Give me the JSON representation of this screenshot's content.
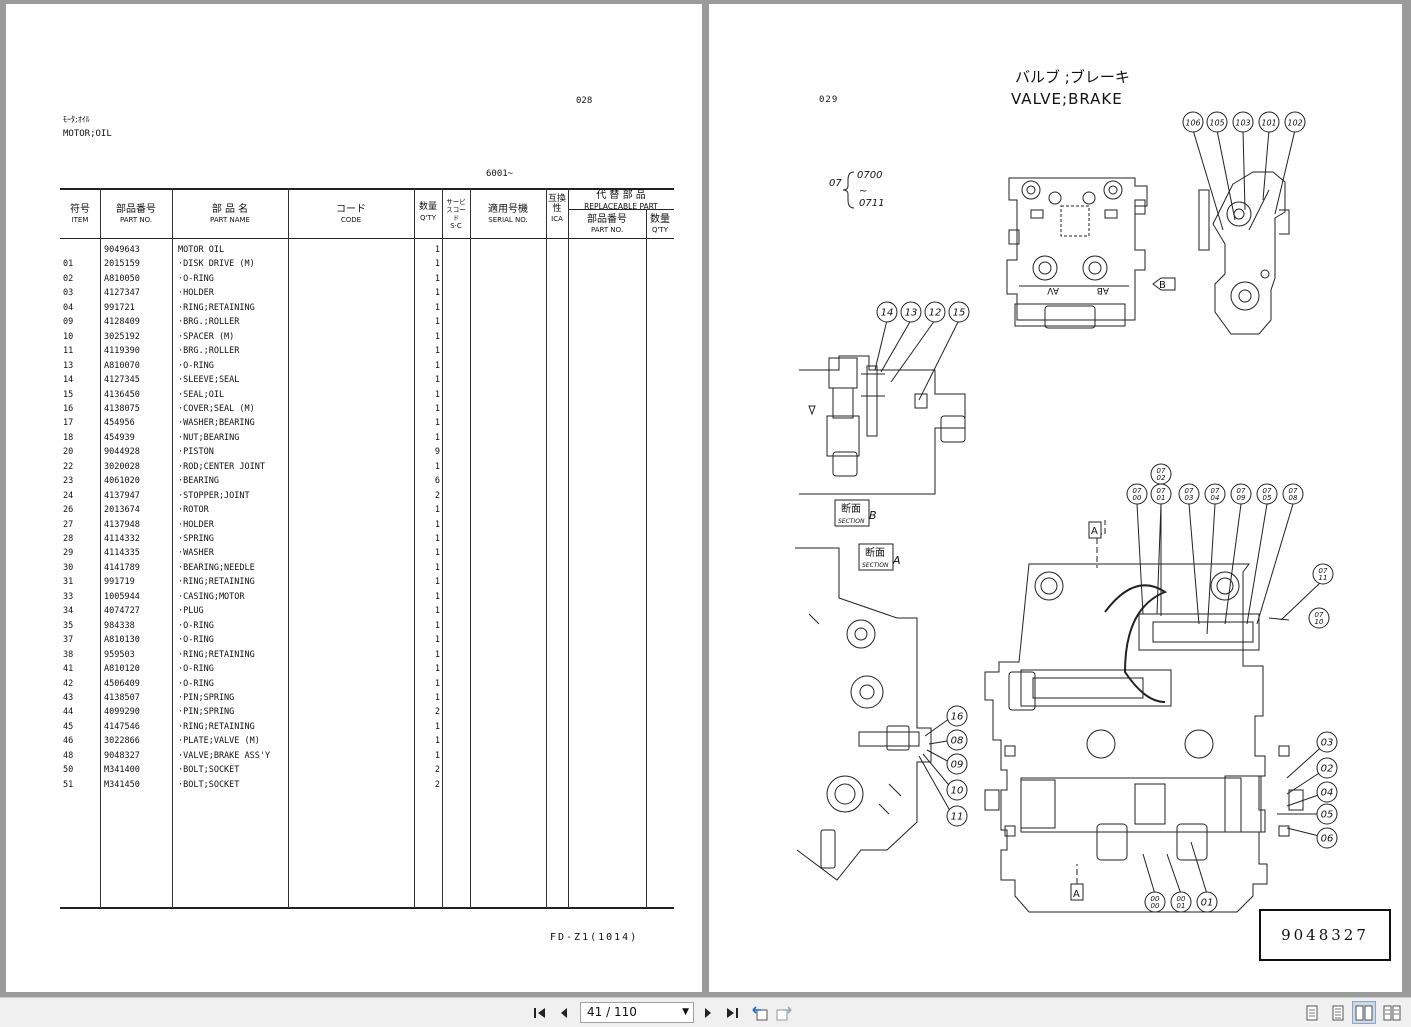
{
  "left_page": {
    "page_number": "028",
    "title_jp": "ﾓｰﾀ;ｵｲﾙ",
    "title_en": "MOTOR;OIL",
    "serial_range": "6001~",
    "footer": "FD-Z1(1014)",
    "headers": {
      "item_jp": "符号",
      "item_en": "ITEM",
      "part_no_jp": "部品番号",
      "part_no_en": "PART NO.",
      "part_name_jp": "部 品 名",
      "part_name_en": "PART NAME",
      "code_jp": "コード",
      "code_en": "CODE",
      "qty_jp": "数量",
      "qty_en": "Q'TY",
      "sc_jp": "サービスコード",
      "sc_en": "S·C",
      "serial_jp": "適用号機",
      "serial_en": "SERIAL NO.",
      "ica_jp": "互換性",
      "ica_en": "ICA",
      "replaceable_jp": "代 替 部 品",
      "replaceable_en": "REPLACEABLE PART",
      "rep_part_jp": "部品番号",
      "rep_part_en": "PART NO.",
      "rep_qty_jp": "数量",
      "rep_qty_en": "Q'TY"
    },
    "rows": [
      {
        "item": "",
        "part": "9049643",
        "name": "MOTOR OIL",
        "qty": "1"
      },
      {
        "item": "01",
        "part": "2015159",
        "name": "·DISK DRIVE (M)",
        "qty": "1"
      },
      {
        "item": "02",
        "part": "A810050",
        "name": "·O-RING",
        "qty": "1"
      },
      {
        "item": "03",
        "part": "4127347",
        "name": "·HOLDER",
        "qty": "1"
      },
      {
        "item": "04",
        "part": "991721",
        "name": "·RING;RETAINING",
        "qty": "1"
      },
      {
        "item": "09",
        "part": "4128409",
        "name": "·BRG.;ROLLER",
        "qty": "1"
      },
      {
        "item": "10",
        "part": "3025192",
        "name": "·SPACER (M)",
        "qty": "1"
      },
      {
        "item": "11",
        "part": "4119390",
        "name": "·BRG.;ROLLER",
        "qty": "1"
      },
      {
        "item": "13",
        "part": "A810070",
        "name": "·O-RING",
        "qty": "1"
      },
      {
        "item": "14",
        "part": "4127345",
        "name": "·SLEEVE;SEAL",
        "qty": "1"
      },
      {
        "item": "15",
        "part": "4136450",
        "name": "·SEAL;OIL",
        "qty": "1"
      },
      {
        "item": "16",
        "part": "4138075",
        "name": "·COVER;SEAL (M)",
        "qty": "1"
      },
      {
        "item": "17",
        "part": "454956",
        "name": "·WASHER;BEARING",
        "qty": "1"
      },
      {
        "item": "18",
        "part": "454939",
        "name": "·NUT;BEARING",
        "qty": "1"
      },
      {
        "item": "20",
        "part": "9044928",
        "name": "·PISTON",
        "qty": "9"
      },
      {
        "item": "22",
        "part": "3020028",
        "name": "·ROD;CENTER JOINT",
        "qty": "1"
      },
      {
        "item": "23",
        "part": "4061020",
        "name": "·BEARING",
        "qty": "6"
      },
      {
        "item": "24",
        "part": "4137947",
        "name": "·STOPPER;JOINT",
        "qty": "2"
      },
      {
        "item": "26",
        "part": "2013674",
        "name": "·ROTOR",
        "qty": "1"
      },
      {
        "item": "27",
        "part": "4137948",
        "name": "·HOLDER",
        "qty": "1"
      },
      {
        "item": "28",
        "part": "4114332",
        "name": "·SPRING",
        "qty": "1"
      },
      {
        "item": "29",
        "part": "4114335",
        "name": "·WASHER",
        "qty": "1"
      },
      {
        "item": "30",
        "part": "4141789",
        "name": "·BEARING;NEEDLE",
        "qty": "1"
      },
      {
        "item": "31",
        "part": "991719",
        "name": "·RING;RETAINING",
        "qty": "1"
      },
      {
        "item": "33",
        "part": "1005944",
        "name": "·CASING;MOTOR",
        "qty": "1"
      },
      {
        "item": "34",
        "part": "4074727",
        "name": "·PLUG",
        "qty": "1"
      },
      {
        "item": "35",
        "part": "984338",
        "name": "·O-RING",
        "qty": "1"
      },
      {
        "item": "37",
        "part": "A810130",
        "name": "·O-RING",
        "qty": "1"
      },
      {
        "item": "38",
        "part": "959503",
        "name": "·RING;RETAINING",
        "qty": "1"
      },
      {
        "item": "41",
        "part": "A810120",
        "name": "·O-RING",
        "qty": "1"
      },
      {
        "item": "42",
        "part": "4506409",
        "name": "·O-RING",
        "qty": "1"
      },
      {
        "item": "43",
        "part": "4138507",
        "name": "·PIN;SPRING",
        "qty": "1"
      },
      {
        "item": "44",
        "part": "4099290",
        "name": "·PIN;SPRING",
        "qty": "2"
      },
      {
        "item": "45",
        "part": "4147546",
        "name": "·RING;RETAINING",
        "qty": "1"
      },
      {
        "item": "46",
        "part": "3022866",
        "name": "·PLATE;VALVE (M)",
        "qty": "1"
      },
      {
        "item": "48",
        "part": "9048327",
        "name": "·VALVE;BRAKE ASS'Y",
        "qty": "1"
      },
      {
        "item": "50",
        "part": "M341400",
        "name": "·BOLT;SOCKET",
        "qty": "2"
      },
      {
        "item": "51",
        "part": "M341450",
        "name": "·BOLT;SOCKET",
        "qty": "2"
      }
    ]
  },
  "right_page": {
    "page_number": "029",
    "title_jp": "バルブ ;ブレーキ",
    "title_en": "VALVE;BRAKE",
    "range_label": "07",
    "range_from": "0700",
    "range_to": "0711",
    "section_b_jp": "断面",
    "section_b_en": "SECTION",
    "section_b_letter": "B",
    "section_a_jp": "断面",
    "section_a_en": "SECTION",
    "section_a_letter": "A",
    "view_b": "B",
    "view_a_top": "A",
    "view_a_bottom": "A",
    "port_av": "AV",
    "port_ab": "AB",
    "callouts_top": [
      "106",
      "105",
      "103",
      "101",
      "102"
    ],
    "callouts_section_b": [
      "14",
      "13",
      "12",
      "15"
    ],
    "callouts_section_a": [
      "16",
      "08",
      "09",
      "10",
      "11"
    ],
    "callouts_main_top": [
      "07\n00",
      "07\n01",
      "07\n02",
      "07\n03",
      "07\n04",
      "07\n09",
      "07\n05",
      "07\n08"
    ],
    "callouts_main_right": [
      "07\n11",
      "07\n10",
      "03",
      "02",
      "04",
      "05",
      "06"
    ],
    "callouts_main_bottom": [
      "00\n00",
      "00\n01",
      "01"
    ],
    "part_number_box": "9048327"
  },
  "toolbar": {
    "page_indicator": "41 / 110",
    "icons": [
      "first-page-icon",
      "prev-page-icon",
      "next-page-icon",
      "last-page-icon",
      "back-view-icon",
      "forward-view-icon"
    ]
  }
}
